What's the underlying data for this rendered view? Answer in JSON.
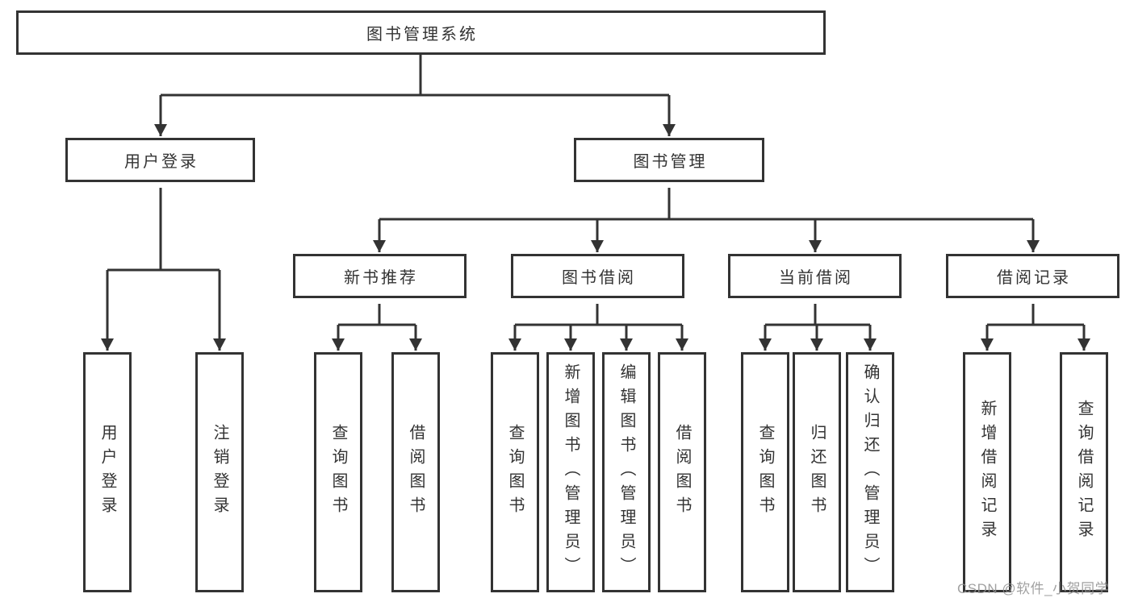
{
  "diagram": {
    "type": "tree",
    "nodes": {
      "root": {
        "label": "图书管理系统"
      },
      "level2": [
        {
          "label": "用户登录"
        },
        {
          "label": "图书管理"
        }
      ],
      "level3": [
        {
          "label": "新书推荐"
        },
        {
          "label": "图书借阅"
        },
        {
          "label": "当前借阅"
        },
        {
          "label": "借阅记录"
        }
      ],
      "leaves": [
        {
          "label": "用户登录",
          "parent": "用户登录"
        },
        {
          "label": "注销登录",
          "parent": "用户登录"
        },
        {
          "label": "查询图书",
          "parent": "新书推荐"
        },
        {
          "label": "借阅图书",
          "parent": "新书推荐"
        },
        {
          "label": "查询图书",
          "parent": "图书借阅"
        },
        {
          "label": "新增图书（管理员）",
          "parent": "图书借阅"
        },
        {
          "label": "编辑图书（管理员）",
          "parent": "图书借阅"
        },
        {
          "label": "借阅图书",
          "parent": "图书借阅"
        },
        {
          "label": "查询图书",
          "parent": "当前借阅"
        },
        {
          "label": "归还图书",
          "parent": "当前借阅"
        },
        {
          "label": "确认归还（管理员）",
          "parent": "当前借阅"
        },
        {
          "label": "新增借阅记录",
          "parent": "借阅记录"
        },
        {
          "label": "查询借阅记录",
          "parent": "借阅记录"
        }
      ]
    },
    "colors": {
      "line": "#333333",
      "box_border": "#333333",
      "box_fill": "#ffffff",
      "text": "#333333",
      "background": "#ffffff",
      "watermark": "#919191"
    }
  },
  "watermark": {
    "text": "CSDN @软件_小贺同学"
  }
}
